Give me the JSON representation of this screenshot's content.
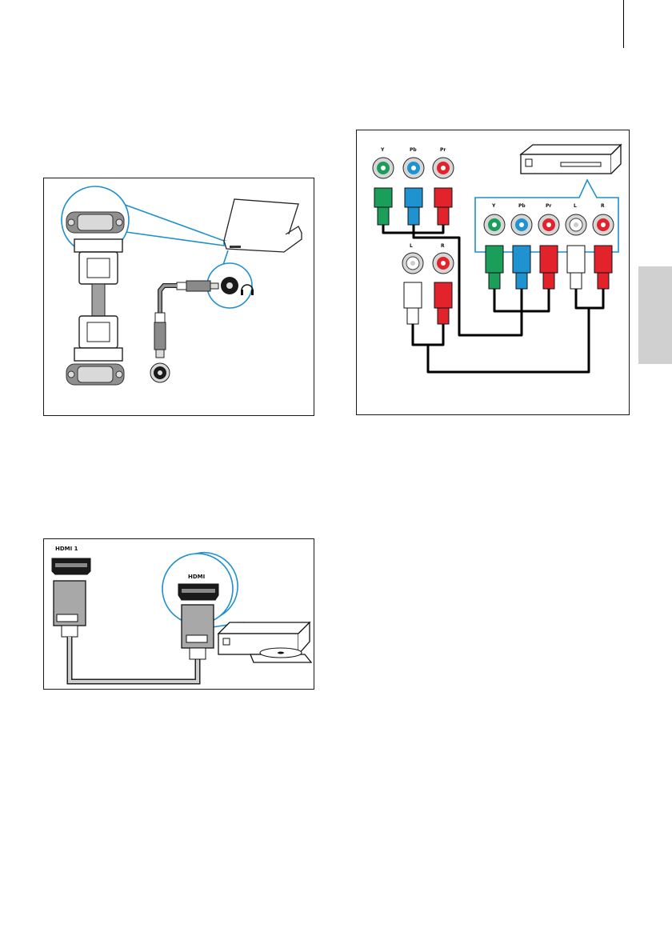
{
  "page": {
    "side_tab_color": "#d0d0d0"
  },
  "colors": {
    "green": "#1a9e5a",
    "blue": "#1f93d0",
    "red": "#e3232c",
    "white_plug": "#ffffff",
    "grey_plug": "#9c9c9c",
    "callout_blue": "#1e8fcf",
    "cable": "#000000"
  },
  "fig_pc": {
    "icons": [
      "vga-connector-icon",
      "laptop-icon",
      "audio-jack-icon",
      "headphones-icon"
    ]
  },
  "fig_component": {
    "tv_jack_labels": [
      "Y",
      "Pb",
      "Pr"
    ],
    "tv_audio_labels": [
      "L",
      "R"
    ],
    "device_jack_labels": [
      "Y",
      "Pb",
      "Pr",
      "L",
      "R"
    ],
    "icons": [
      "dvd-player-icon",
      "rca-jack-icon",
      "rca-plug-icon"
    ]
  },
  "fig_hdmi": {
    "tv_port_label": "HDMI 1",
    "device_port_label": "HDMI",
    "icons": [
      "hdmi-plug-icon",
      "disc-player-icon"
    ]
  }
}
